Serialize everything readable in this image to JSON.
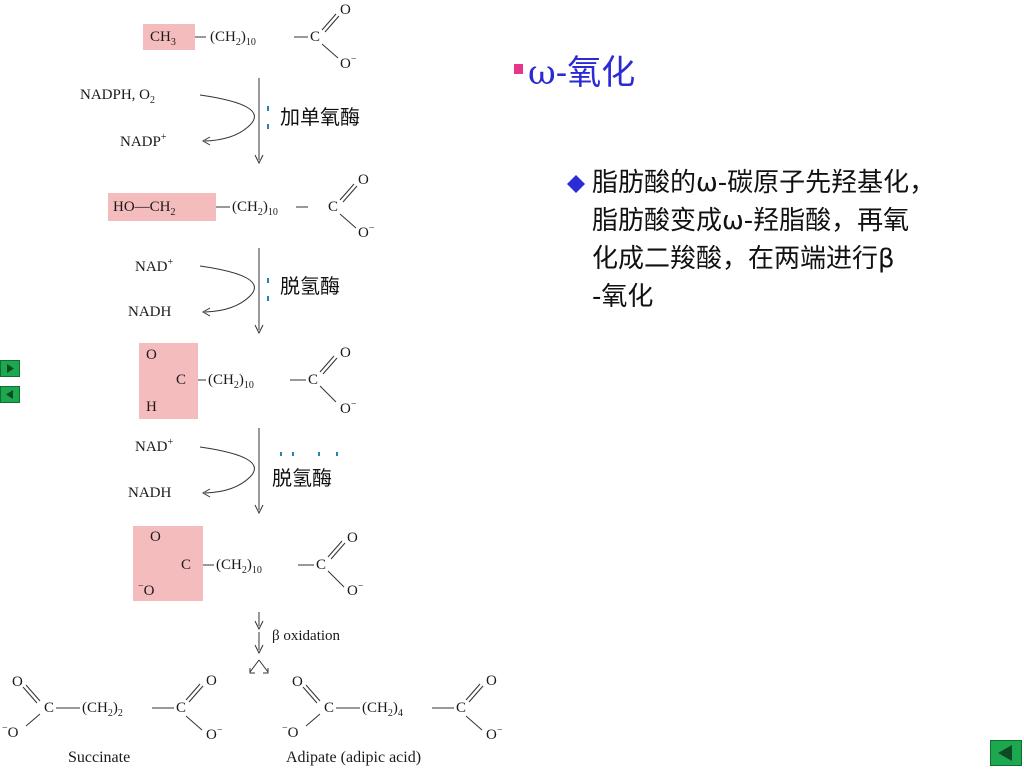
{
  "slide": {
    "title": "ω-氧化",
    "bullet_text_lines": [
      "脂肪酸的ω-碳原子先羟基化，",
      "脂肪酸变成ω-羟脂酸，再氧",
      "化成二羧酸，在两端进行β",
      "-氧化"
    ],
    "colors": {
      "title": "#2b2bd6",
      "highlight": "#f4bcbc",
      "bullet_marker": "#2b2bd6",
      "title_marker": "#e8348a",
      "nav_green": "#1da84f"
    }
  },
  "pathway": {
    "step1_cofactor_in": "NADPH, O",
    "step1_cofactor_in_sub": "2",
    "step1_cofactor_out": "NADP",
    "step1_cofactor_out_sup": "+",
    "step1_enzyme": "加单氧酶",
    "step2_cofactor_in": "NAD",
    "step2_cofactor_in_sup": "+",
    "step2_cofactor_out": "NADH",
    "step2_enzyme": "脱氢酶",
    "step3_cofactor_in": "NAD",
    "step3_cofactor_in_sup": "+",
    "step3_cofactor_out": "NADH",
    "step3_enzyme": "脱氢酶",
    "beta_label": "β oxidation",
    "product1_name": "Succinate",
    "product2_name": "Adipate (adipic acid)",
    "mol1_head": "CH",
    "mol1_head_sub": "3",
    "mol2_head": "HO—CH",
    "mol2_head_sub": "2",
    "chain_text": "(CH",
    "chain_sub_2": "2",
    "chain_close": ")",
    "chain_n": "10",
    "succ_n": "2",
    "adip_n": "4",
    "atom_O": "O",
    "atom_O_minus": "O",
    "minus": "−",
    "atom_C": "C",
    "atom_H": "H"
  },
  "navigation": {
    "forward_icon": "play-forward-icon",
    "back_icon": "play-back-icon",
    "corner_back_icon": "return-icon"
  }
}
